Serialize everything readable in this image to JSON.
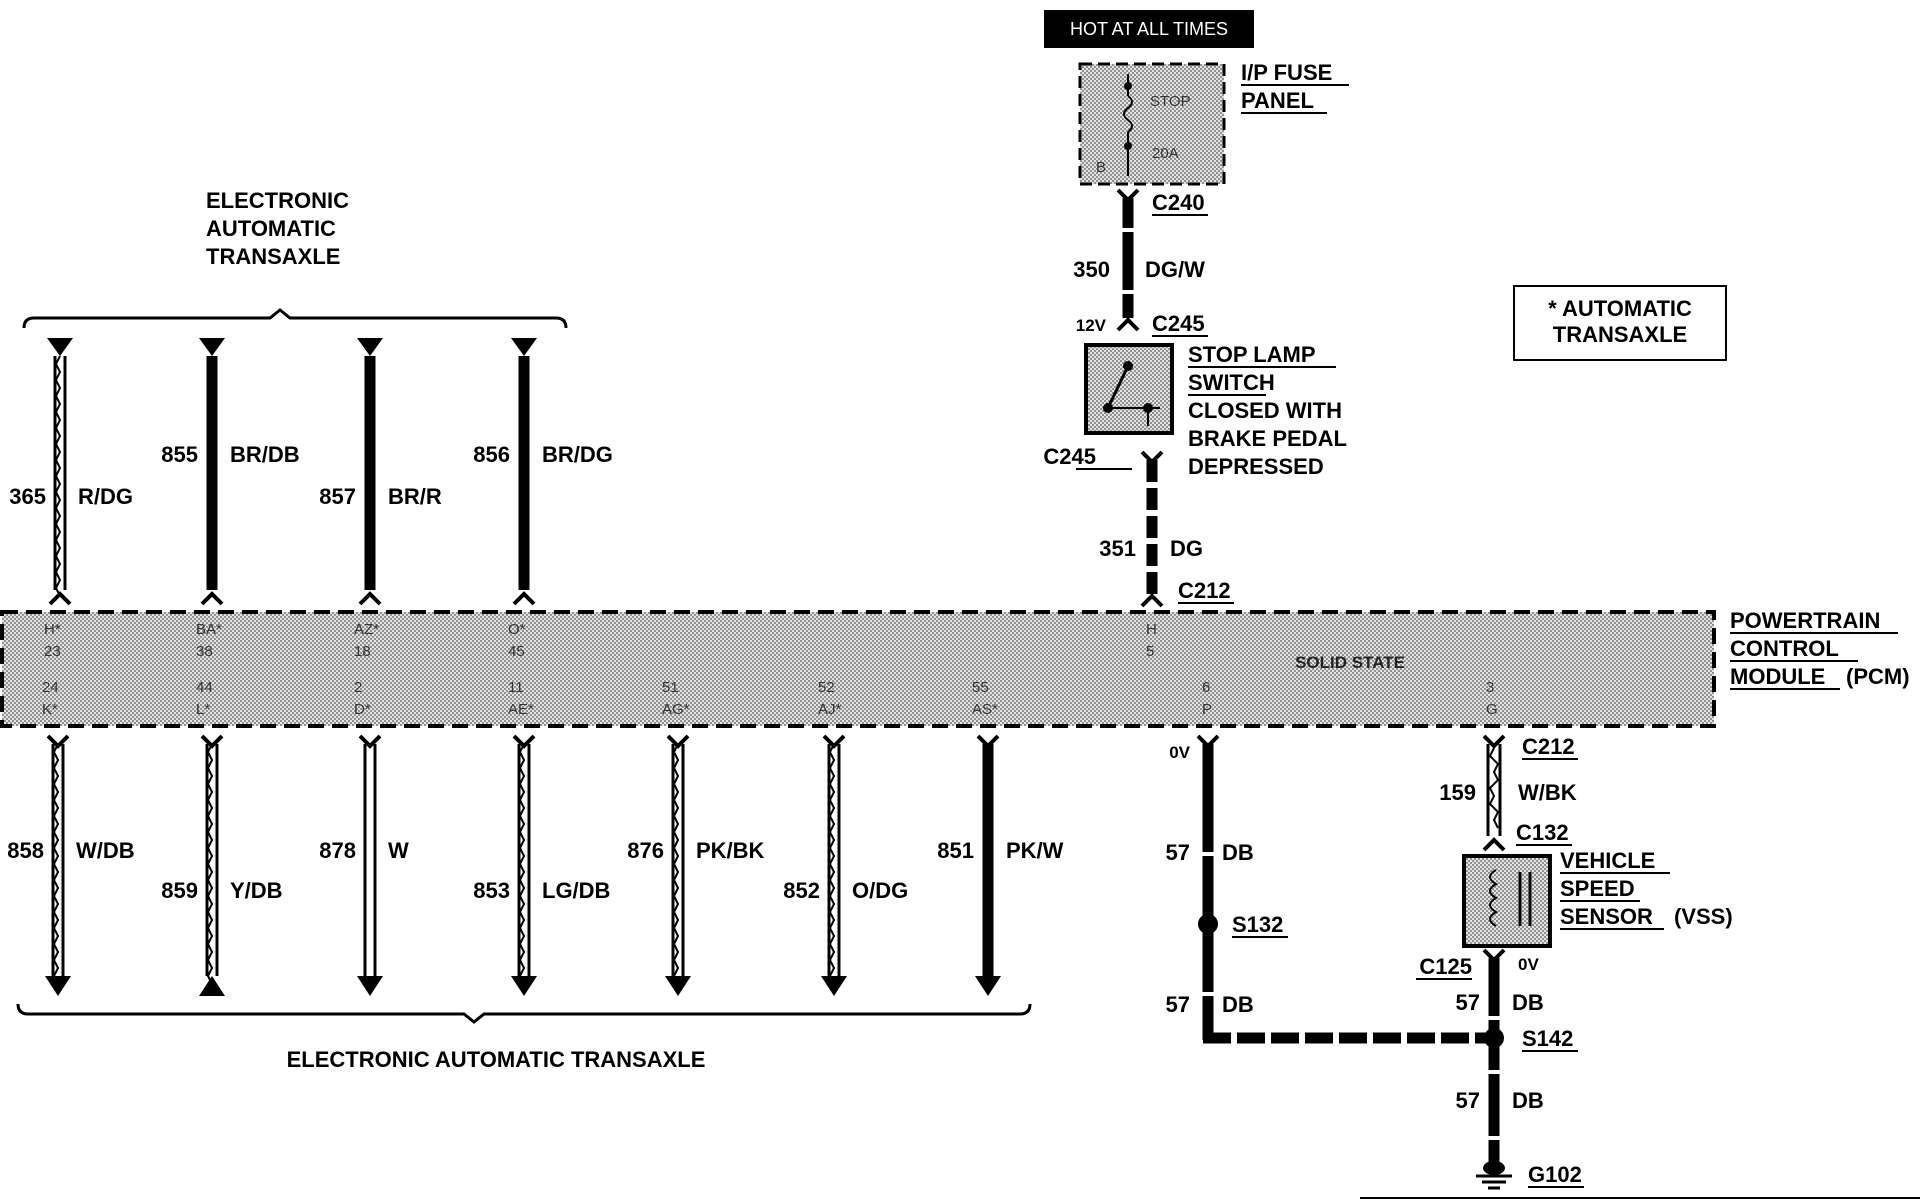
{
  "colors": {
    "ink": "#000000",
    "shade": "#c8c8c8",
    "paper": "#ffffff",
    "banner_bg": "#000000",
    "banner_text": "#ffffff"
  },
  "header": {
    "hot_banner": "HOT AT ALL TIMES"
  },
  "fuse_panel": {
    "name": [
      "I/P FUSE",
      "PANEL"
    ],
    "fuse_name": "STOP",
    "fuse_rating": "20A",
    "terminal": "B"
  },
  "wires_top": {
    "c240": "C240",
    "w350": {
      "num": "350",
      "color": "DG/W"
    },
    "c245_top": "C245",
    "volt_12": "12V",
    "c245_bottom": "C245",
    "w351": {
      "num": "351",
      "color": "DG"
    },
    "c212_top": "C212"
  },
  "stop_lamp_switch": {
    "name": [
      "STOP LAMP",
      "SWITCH"
    ],
    "note": [
      "CLOSED WITH",
      "BRAKE PEDAL",
      "DEPRESSED"
    ]
  },
  "legend_note": [
    "* AUTOMATIC",
    "TRANSAXLE"
  ],
  "eat_top": {
    "title": [
      "ELECTRONIC",
      "AUTOMATIC",
      "TRANSAXLE"
    ]
  },
  "eat_bottom": {
    "title": "ELECTRONIC AUTOMATIC TRANSAXLE"
  },
  "pcm": {
    "name": [
      "POWERTRAIN",
      "CONTROL",
      "MODULE"
    ],
    "suffix": "(PCM)",
    "state": "SOLID STATE"
  },
  "top_wires": [
    {
      "num": "365",
      "color": "R/DG",
      "pin_letter": "H*",
      "pin_number": "23",
      "style": "hatch"
    },
    {
      "num": "855",
      "color": "BR/DB",
      "pin_letter": "BA*",
      "pin_number": "38",
      "style": "solid"
    },
    {
      "num": "857",
      "color": "BR/R",
      "pin_letter": "AZ*",
      "pin_number": "18",
      "style": "solid"
    },
    {
      "num": "856",
      "color": "BR/DG",
      "pin_letter": "O*",
      "pin_number": "45",
      "style": "solid"
    }
  ],
  "stop_pin": {
    "pin_letter": "H",
    "pin_number": "5"
  },
  "bottom_wires": [
    {
      "num": "858",
      "color": "W/DB",
      "pin_number": "24",
      "pin_letter": "K*",
      "style": "hatch"
    },
    {
      "num": "859",
      "color": "Y/DB",
      "pin_number": "44",
      "pin_letter": "L*",
      "style": "hatch"
    },
    {
      "num": "878",
      "color": "W",
      "pin_number": "2",
      "pin_letter": "D*",
      "style": "open"
    },
    {
      "num": "853",
      "color": "LG/DB",
      "pin_number": "11",
      "pin_letter": "AE*",
      "style": "hatch"
    },
    {
      "num": "876",
      "color": "PK/BK",
      "pin_number": "51",
      "pin_letter": "AG*",
      "style": "hatch"
    },
    {
      "num": "852",
      "color": "O/DG",
      "pin_number": "52",
      "pin_letter": "AJ*",
      "style": "hatch"
    },
    {
      "num": "851",
      "color": "PK/W",
      "pin_number": "55",
      "pin_letter": "AS*",
      "style": "solid"
    }
  ],
  "ground_circuit": {
    "pin_number": "6",
    "pin_letter": "P",
    "volt": "0V",
    "w57": {
      "num": "57",
      "color": "DB"
    },
    "s132": "S132"
  },
  "vss_circuit": {
    "pin_number": "3",
    "pin_letter": "G",
    "c212": "C212",
    "w159": {
      "num": "159",
      "color": "W/BK"
    },
    "c132": "C132",
    "sensor_name": [
      "VEHICLE",
      "SPEED",
      "SENSOR"
    ],
    "sensor_suffix": "(VSS)",
    "c125": "C125",
    "volt": "0V",
    "s142": "S142",
    "g102": "G102"
  }
}
